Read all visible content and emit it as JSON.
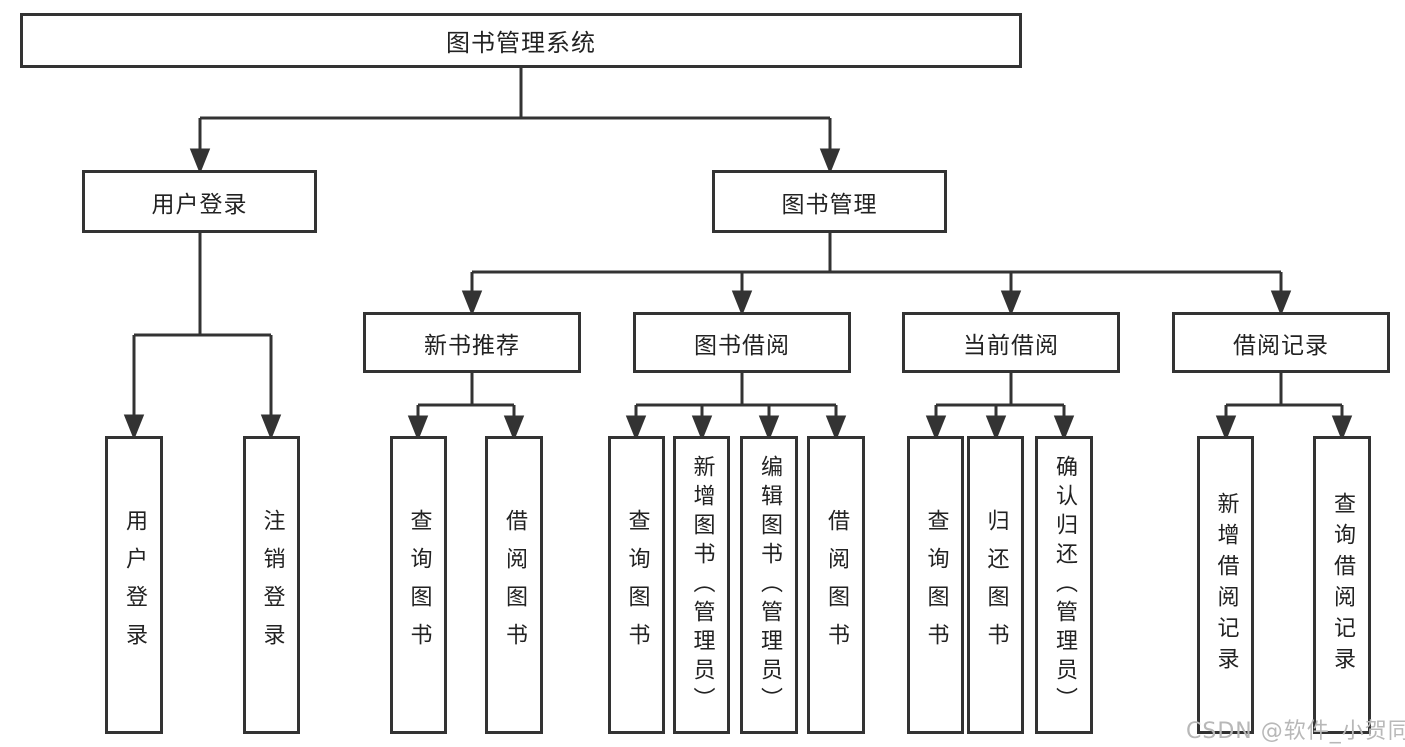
{
  "diagram_title": "图书管理系统",
  "tree": {
    "label": "图书管理系统",
    "children": [
      {
        "label": "用户登录",
        "children": [
          {
            "label": "用户登录"
          },
          {
            "label": "注销登录"
          }
        ]
      },
      {
        "label": "图书管理",
        "children": [
          {
            "label": "新书推荐",
            "children": [
              {
                "label": "查询图书"
              },
              {
                "label": "借阅图书"
              }
            ]
          },
          {
            "label": "图书借阅",
            "children": [
              {
                "label": "查询图书"
              },
              {
                "label": "新增图书（管理员）"
              },
              {
                "label": "编辑图书（管理员）"
              },
              {
                "label": "借阅图书"
              }
            ]
          },
          {
            "label": "当前借阅",
            "children": [
              {
                "label": "查询图书"
              },
              {
                "label": "归还图书"
              },
              {
                "label": "确认归还（管理员）"
              }
            ]
          },
          {
            "label": "借阅记录",
            "children": [
              {
                "label": "新增借阅记录"
              },
              {
                "label": "查询借阅记录"
              }
            ]
          }
        ]
      }
    ]
  },
  "watermark": {
    "text": "CSDN @软件_小贺同学"
  },
  "colors": {
    "line": "#333333",
    "box_border": "#333333",
    "text": "#222222",
    "watermark": "#b8b8b8",
    "background": "#ffffff"
  }
}
